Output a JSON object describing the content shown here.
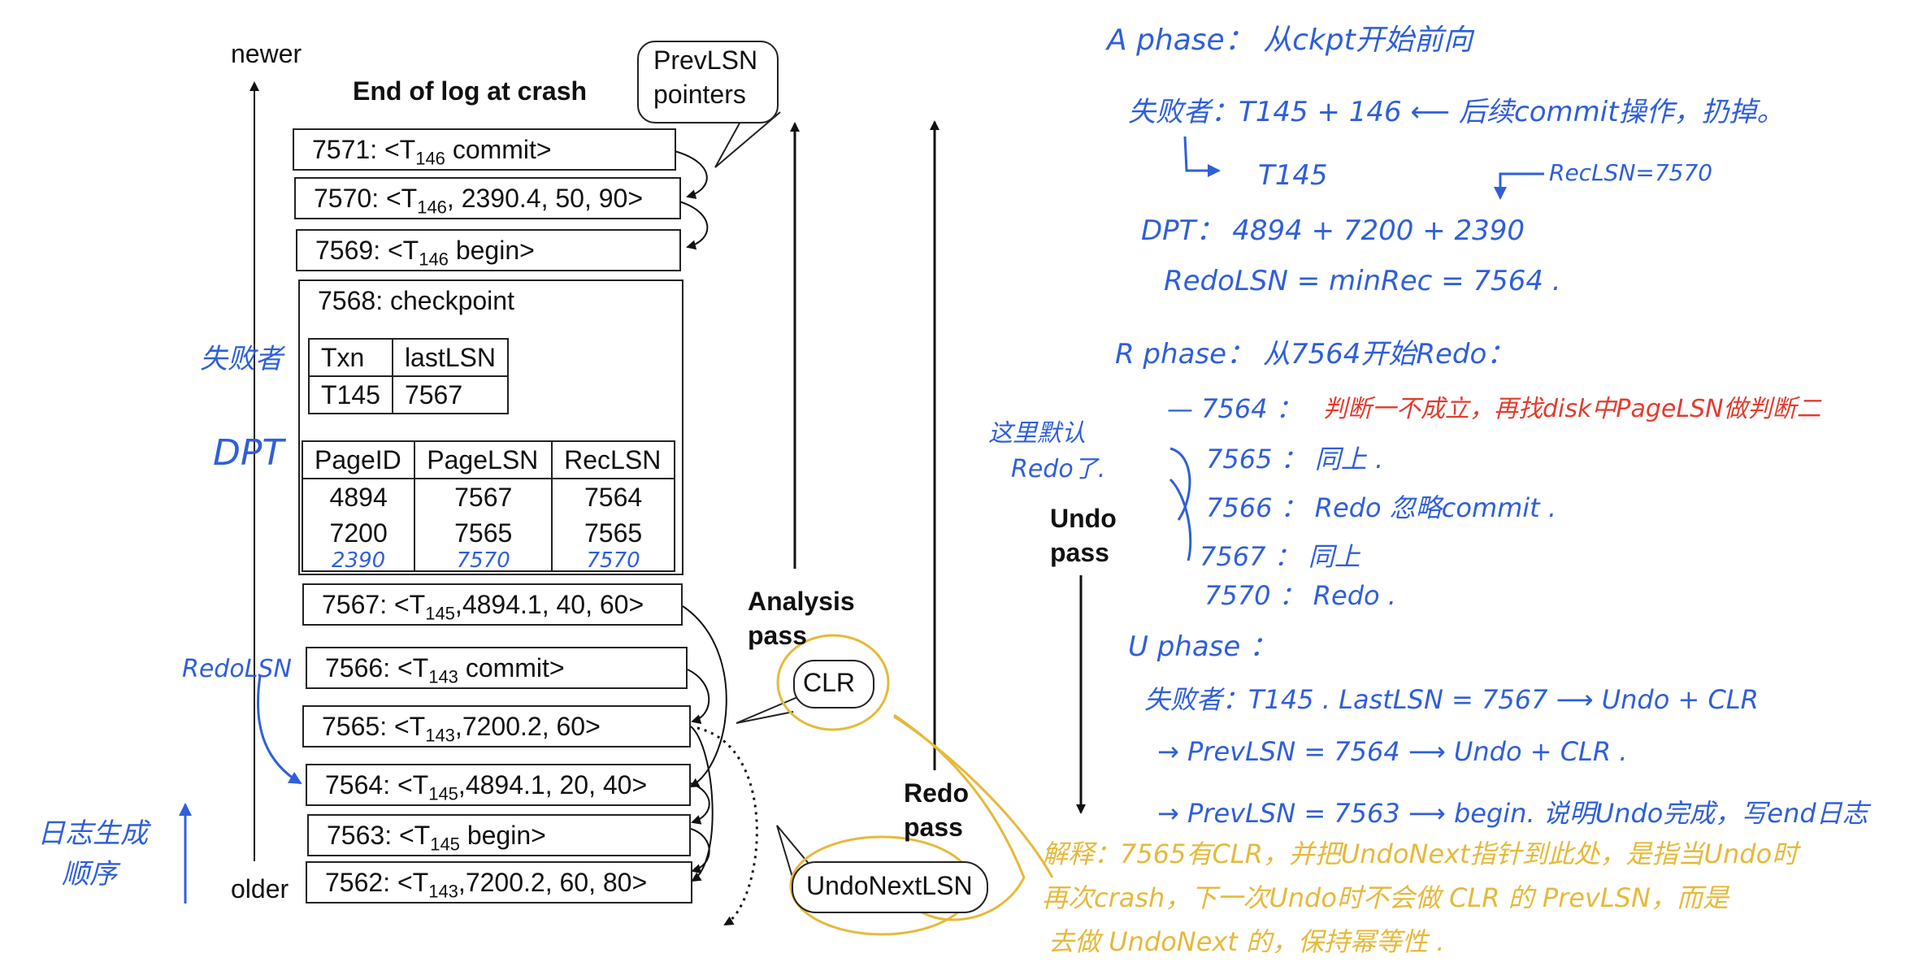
{
  "axis": {
    "newer": "newer",
    "older": "older"
  },
  "header": {
    "title": "End of log at crash",
    "prev_bubble_line1": "PrevLSN",
    "prev_bubble_line2": "pointers"
  },
  "log": [
    {
      "lsn": "7571: <T",
      "sub": "146",
      "rest": " commit>"
    },
    {
      "lsn": "7570: <T",
      "sub": "146",
      "rest": ", 2390.4, 50, 90>"
    },
    {
      "lsn": "7569: <T",
      "sub": "146",
      "rest": " begin>"
    },
    {
      "lsn": "7567: <T",
      "sub": "145",
      "rest": ",4894.1, 40, 60>"
    },
    {
      "lsn": "7566: <T",
      "sub": "143",
      "rest": " commit>"
    },
    {
      "lsn": "7565: <T",
      "sub": "143",
      "rest": ",7200.2, 60>"
    },
    {
      "lsn": "7564: <T",
      "sub": "145",
      "rest": ",4894.1, 20, 40>"
    },
    {
      "lsn": "7563: <T",
      "sub": "145",
      "rest": " begin>"
    },
    {
      "lsn": "7562: <T",
      "sub": "143",
      "rest": ",7200.2, 60, 80>"
    }
  ],
  "checkpoint": {
    "title": "7568: checkpoint",
    "txn_headers": [
      "Txn",
      "lastLSN"
    ],
    "txn_rows": [
      [
        "T145",
        "7567"
      ]
    ],
    "page_headers": [
      "PageID",
      "PageLSN",
      "RecLSN"
    ],
    "page_rows": [
      [
        "4894",
        "7567",
        "7564"
      ],
      [
        "7200",
        "7565",
        "7565"
      ]
    ],
    "hand_row": [
      "2390",
      "7570",
      "7570"
    ]
  },
  "passes": {
    "analysis_1": "Analysis",
    "analysis_2": "pass",
    "redo_1": "Redo",
    "redo_2": "pass",
    "undo_1": "Undo",
    "undo_2": "pass",
    "clr": "CLR",
    "undonext": "UndoNextLSN"
  },
  "left_notes": {
    "failed": "失败者",
    "dpt": "DPT",
    "redolsn": "RedoLSN",
    "order_1": "日志生成",
    "order_2": "顺序"
  },
  "right_notes": {
    "a_phase": "A phase： 从ckpt开始前向",
    "a_failed": "失败者：T145 + 146 ⟵ 后续commit操作，扔掉。",
    "a_t145": "T145",
    "a_reclsn": "RecLSN=7570",
    "a_dpt": "DPT：  4894 + 7200 + 2390",
    "a_redolsn": "RedoLSN = minRec = 7564 .",
    "r_phase": "R phase： 从7564开始Redo：",
    "side_1": "这里默认",
    "side_2": "Redo了.",
    "r_7564_a": "— 7564 ：",
    "r_7564_b": "判断一不成立，再找disk中PageLSN做判断二",
    "r_7565": "7565 ：  同上 .",
    "r_7566": "7566 ：  Redo 忽略commit .",
    "r_7567": "7567 ：  同上",
    "r_7570": "7570 ：  Redo .",
    "u_phase": "U phase ：",
    "u_failed": "失败者：T145 . LastLSN = 7567 ⟶ Undo + CLR",
    "u_prev1": "→ PrevLSN = 7564  ⟶  Undo + CLR .",
    "u_prev2": "→ PrevLSN = 7563  ⟶  begin. 说明Undo完成，写end日志",
    "exp_1": "解释：7565有CLR，并把UndoNext指针到此处，是指当Undo时",
    "exp_2": "再次crash，下一次Undo时不会做 CLR 的 PrevLSN，而是",
    "exp_3": "去做 UndoNext 的，保持幂等性 ."
  }
}
